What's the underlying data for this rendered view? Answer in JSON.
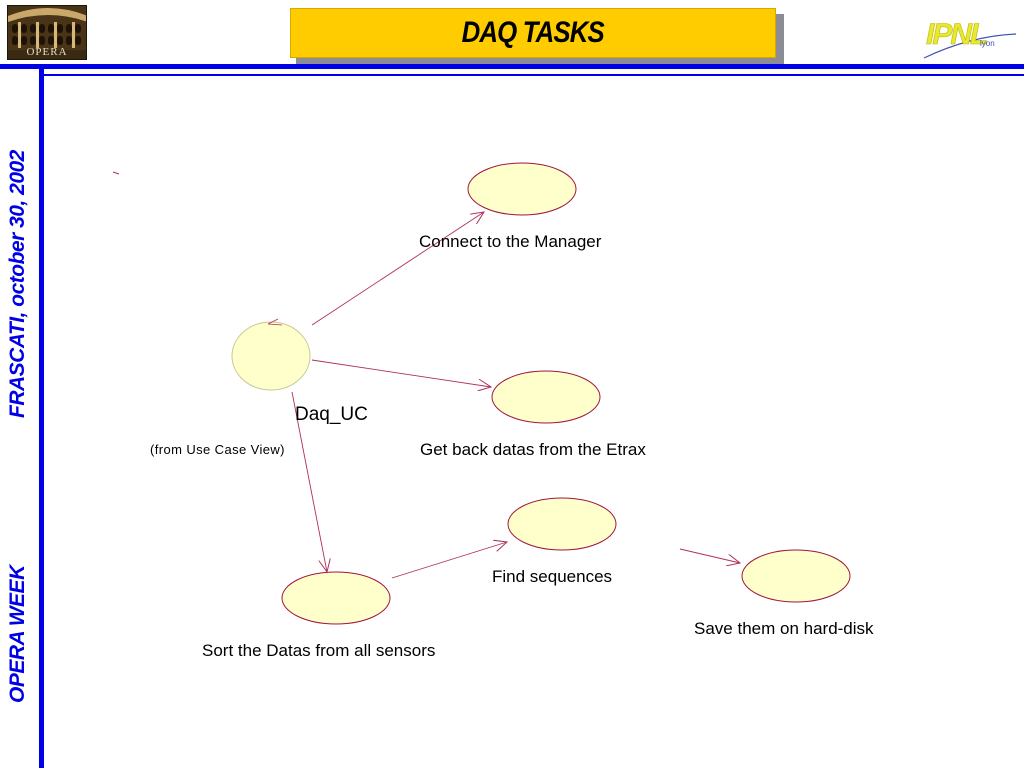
{
  "header": {
    "title": "DAQ TASKS",
    "logo_left_text": "OPERA",
    "logo_right_text": "IPNL",
    "logo_right_subtext": "lyon"
  },
  "sidebar": {
    "event_caption": "FRASCATI, october 30, 2002",
    "week_caption": "OPERA WEEK"
  },
  "diagram": {
    "actor": {
      "name": "Daq_UC",
      "package": "(from Use Case View)"
    },
    "use_cases": [
      {
        "label": "Connect to the Manager"
      },
      {
        "label": "Get back datas from the Etrax"
      },
      {
        "label": "Find sequences"
      },
      {
        "label": "Save them on hard-disk"
      },
      {
        "label": "Sort the Datas from all sensors"
      }
    ]
  },
  "colors": {
    "accent_blue": "#0000e6",
    "banner_yellow": "#ffcc00",
    "ellipse_fill": "#ffffcc",
    "ellipse_stroke": "#a0153e",
    "arrow": "#b0305a"
  }
}
